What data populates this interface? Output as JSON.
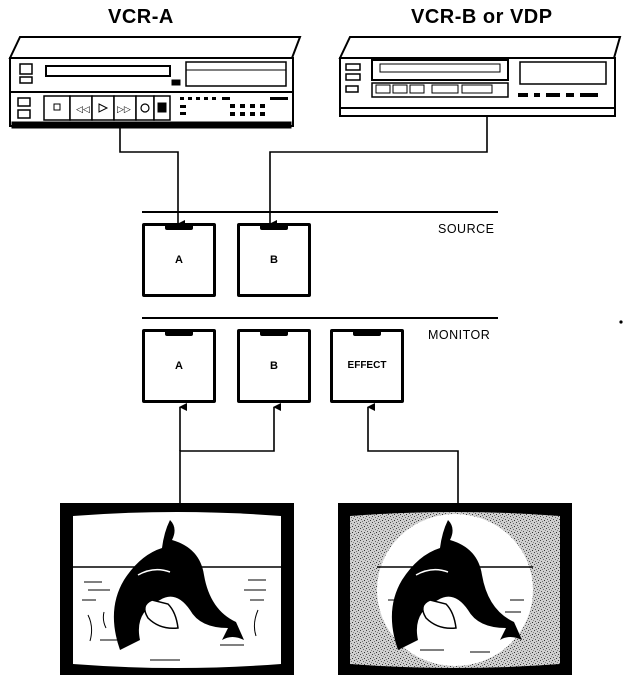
{
  "devices": {
    "vcr_a_title": "VCR-A",
    "vcr_b_title": "VCR-B or VDP"
  },
  "source": {
    "label": "SOURCE",
    "buttons": [
      "A",
      "B"
    ]
  },
  "monitor": {
    "label": "MONITOR",
    "buttons": [
      "A",
      "B",
      "EFFECT"
    ]
  },
  "screens": [
    {
      "name": "normal-picture",
      "content": "dolphin"
    },
    {
      "name": "effect-picture",
      "content": "dolphin-with-mosaic-border"
    }
  ]
}
